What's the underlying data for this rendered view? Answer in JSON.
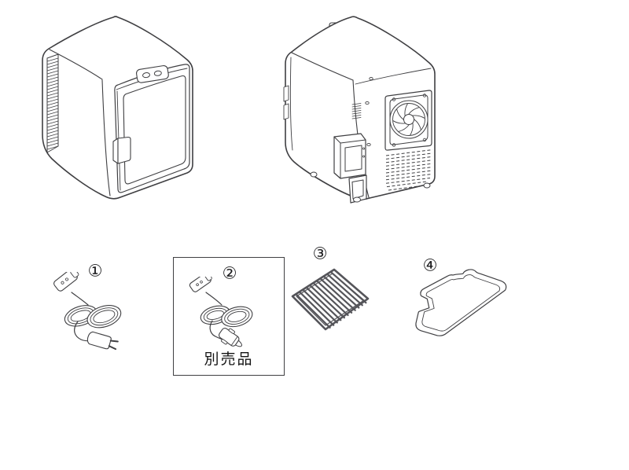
{
  "canvas": {
    "background": "#ffffff",
    "line_color": "#3f3f42"
  },
  "views": {
    "front": {
      "name": "mini-fridge-front-view"
    },
    "rear": {
      "name": "mini-fridge-rear-view"
    }
  },
  "parts": {
    "p1": {
      "badge": "①"
    },
    "p2": {
      "badge": "②",
      "note": "別売品"
    },
    "p3": {
      "badge": "③"
    },
    "p4": {
      "badge": "④"
    }
  }
}
